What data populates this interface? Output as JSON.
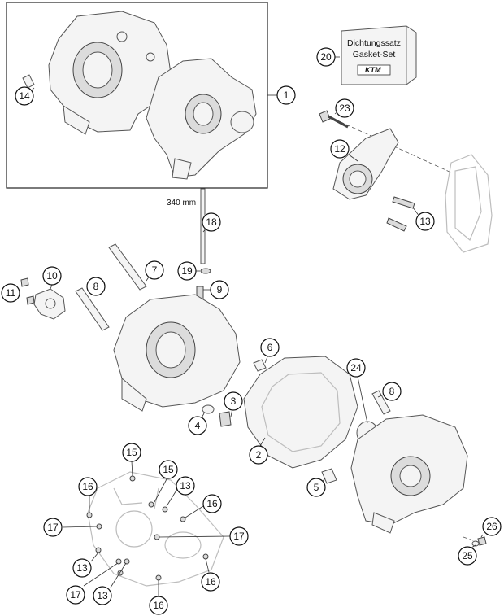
{
  "dimension": {
    "rod_length": "340 mm"
  },
  "gasket_set": {
    "line1": "Dichtungssatz",
    "line2": "Gasket-Set",
    "logo": "KTM"
  },
  "callouts": [
    {
      "id": "c1",
      "label": "1"
    },
    {
      "id": "c20",
      "label": "20"
    },
    {
      "id": "c14",
      "label": "14"
    },
    {
      "id": "c23",
      "label": "23"
    },
    {
      "id": "c12",
      "label": "12"
    },
    {
      "id": "c13a",
      "label": "13"
    },
    {
      "id": "c18",
      "label": "18"
    },
    {
      "id": "c7",
      "label": "7"
    },
    {
      "id": "c10",
      "label": "10"
    },
    {
      "id": "c8a",
      "label": "8"
    },
    {
      "id": "c19",
      "label": "19"
    },
    {
      "id": "c9",
      "label": "9"
    },
    {
      "id": "c11",
      "label": "11"
    },
    {
      "id": "c6",
      "label": "6"
    },
    {
      "id": "c24",
      "label": "24"
    },
    {
      "id": "c3",
      "label": "3"
    },
    {
      "id": "c8b",
      "label": "8"
    },
    {
      "id": "c4",
      "label": "4"
    },
    {
      "id": "c2",
      "label": "2"
    },
    {
      "id": "c15a",
      "label": "15"
    },
    {
      "id": "c15b",
      "label": "15"
    },
    {
      "id": "c5",
      "label": "5"
    },
    {
      "id": "c16a",
      "label": "16"
    },
    {
      "id": "c13b",
      "label": "13"
    },
    {
      "id": "c16b",
      "label": "16"
    },
    {
      "id": "c17a",
      "label": "17"
    },
    {
      "id": "c17b",
      "label": "17"
    },
    {
      "id": "c26",
      "label": "26"
    },
    {
      "id": "c13c",
      "label": "13"
    },
    {
      "id": "c25",
      "label": "25"
    },
    {
      "id": "c16c",
      "label": "16"
    },
    {
      "id": "c17c",
      "label": "17"
    },
    {
      "id": "c13d",
      "label": "13"
    },
    {
      "id": "c16d",
      "label": "16"
    }
  ]
}
